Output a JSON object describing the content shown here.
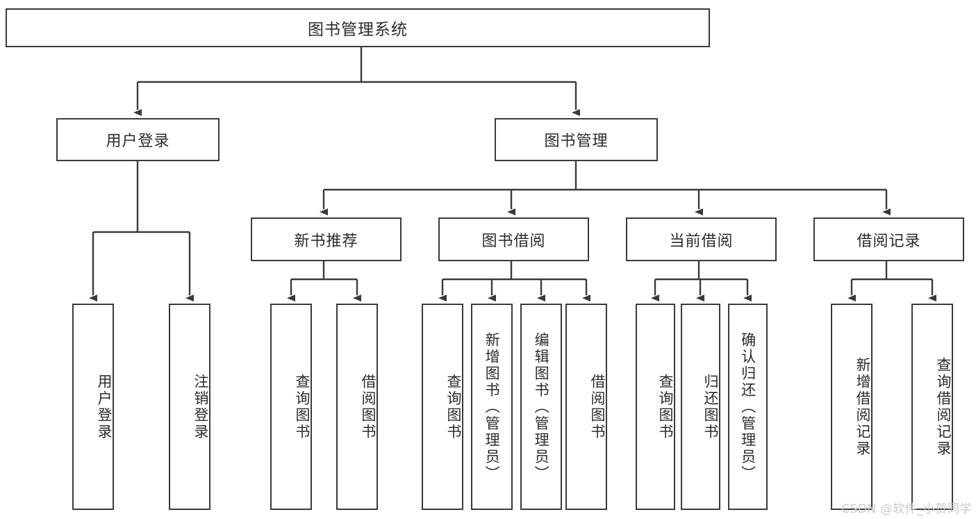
{
  "diagram": {
    "title": "图书管理系统",
    "type": "functional-structure-tree",
    "root": {
      "label": "图书管理系统"
    },
    "level2": [
      {
        "label": "用户登录"
      },
      {
        "label": "图书管理"
      }
    ],
    "level3": [
      {
        "label": "新书推荐"
      },
      {
        "label": "图书借阅"
      },
      {
        "label": "当前借阅"
      },
      {
        "label": "借阅记录"
      }
    ],
    "leaves": {
      "user_login": [
        {
          "label": "用户登录"
        },
        {
          "label": "注销登录"
        }
      ],
      "new_book_recommend": [
        {
          "label": "查询图书"
        },
        {
          "label": "借阅图书"
        }
      ],
      "book_borrow": [
        {
          "label": "查询图书"
        },
        {
          "label": "新增图书（管理员）"
        },
        {
          "label": "编辑图书（管理员）"
        },
        {
          "label": "借阅图书"
        }
      ],
      "current_borrow": [
        {
          "label": "查询图书"
        },
        {
          "label": "归还图书"
        },
        {
          "label": "确认归还（管理员）"
        }
      ],
      "borrow_record": [
        {
          "label": "新增借阅记录"
        },
        {
          "label": "查询借阅记录"
        }
      ]
    },
    "colors": {
      "border": "#3a3a3a",
      "text": "#2b2b2b",
      "background": "#ffffff",
      "watermark": "#c9c9c9"
    }
  },
  "watermark": {
    "text": "CSDN @软件_小贺同学"
  }
}
